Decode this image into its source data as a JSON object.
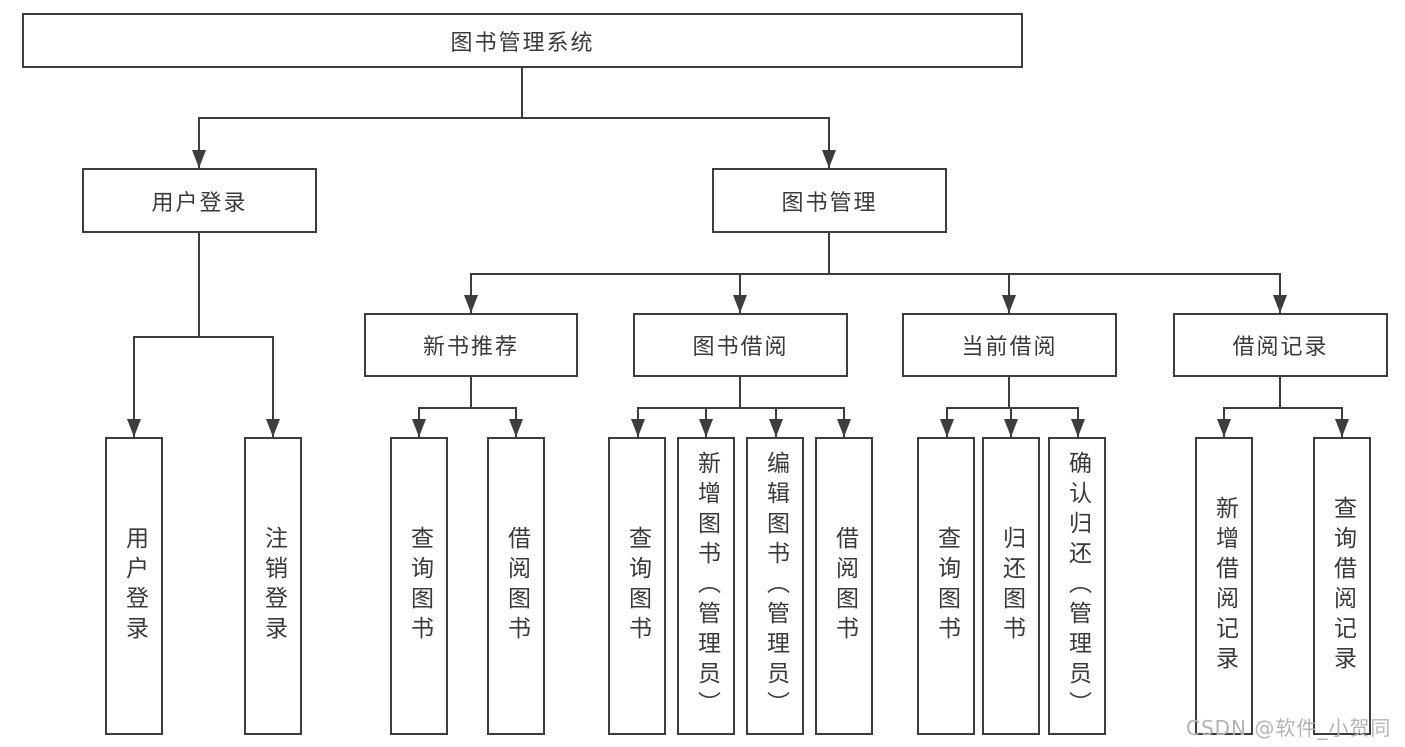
{
  "nodes": {
    "root": "图书管理系统",
    "level2": [
      "用户登录",
      "图书管理"
    ],
    "level3": [
      "新书推荐",
      "图书借阅",
      "当前借阅",
      "借阅记录"
    ],
    "leaves": [
      "用户登录",
      "注销登录",
      "查询图书",
      "借阅图书",
      "查询图书",
      "新增图书（管理员）",
      "编辑图书（管理员）",
      "借阅图书",
      "查询图书",
      "归还图书",
      "确认归还（管理员）",
      "新增借阅记录",
      "查询借阅记录"
    ]
  },
  "watermark": "CSDN @软件_小贺同学",
  "colors": {
    "line": "#3d3d3d",
    "box_border": "#3d3d3d",
    "text": "#3a3a3a",
    "watermark": "#b4b4b4",
    "background": "#ffffff"
  }
}
